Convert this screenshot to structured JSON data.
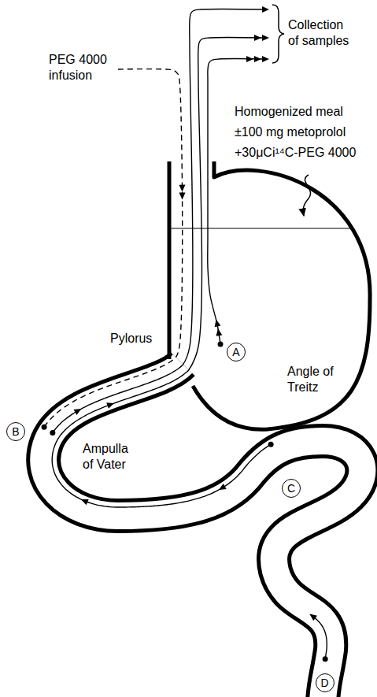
{
  "diagram": {
    "nodes": [
      {
        "text": [
          "A"
        ]
      },
      {
        "text": [
          "B"
        ]
      },
      {
        "text": [
          "C"
        ]
      },
      {
        "text": [
          "D"
        ]
      }
    ],
    "labels": [
      "Collection of samples",
      "PEG 4000 infusion",
      "Homogenized meal",
      "±100 mg metoprolol",
      "+30μCi¹⁴C-PEG 4000",
      "Pylorus",
      "Ampulla of Vater",
      "Angle of Treitz"
    ]
  }
}
